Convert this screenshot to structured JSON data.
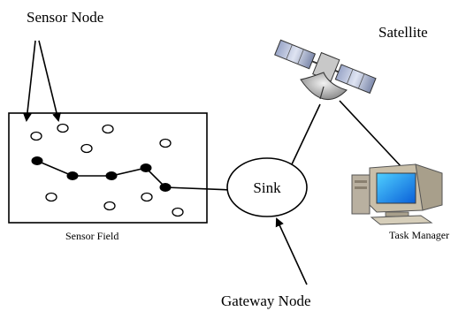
{
  "labels": {
    "sensor_node": "Sensor Node",
    "satellite": "Satellite",
    "sink": "Sink",
    "sensor_field": "Sensor Field",
    "task_manager": "Task Manager",
    "gateway_node": "Gateway Node"
  },
  "icons": {
    "satellite": "satellite-icon",
    "computer": "desktop-computer-icon"
  },
  "colors": {
    "ink": "#000000",
    "background": "#ffffff"
  }
}
